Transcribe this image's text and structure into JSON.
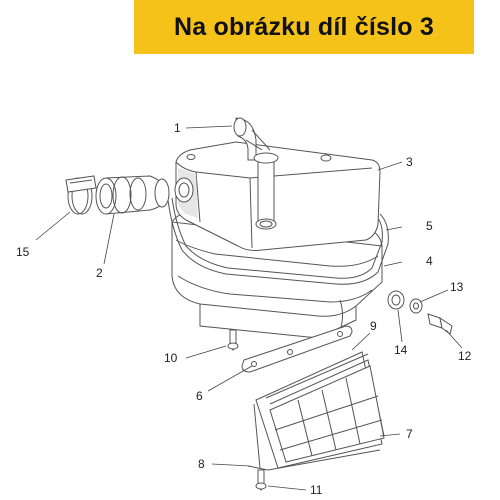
{
  "banner": {
    "text": "Na obrázku díl číslo 3"
  },
  "colors": {
    "banner_bg": "#f5c21a",
    "banner_text": "#111111",
    "line": "#555555"
  },
  "callouts": {
    "c1": "1",
    "c2": "2",
    "c3": "3",
    "c4": "4",
    "c5": "5",
    "c6": "6",
    "c7": "7",
    "c8": "8",
    "c9": "9",
    "c10": "10",
    "c11": "11",
    "c12": "12",
    "c13": "13",
    "c14": "14",
    "c15": "15"
  }
}
